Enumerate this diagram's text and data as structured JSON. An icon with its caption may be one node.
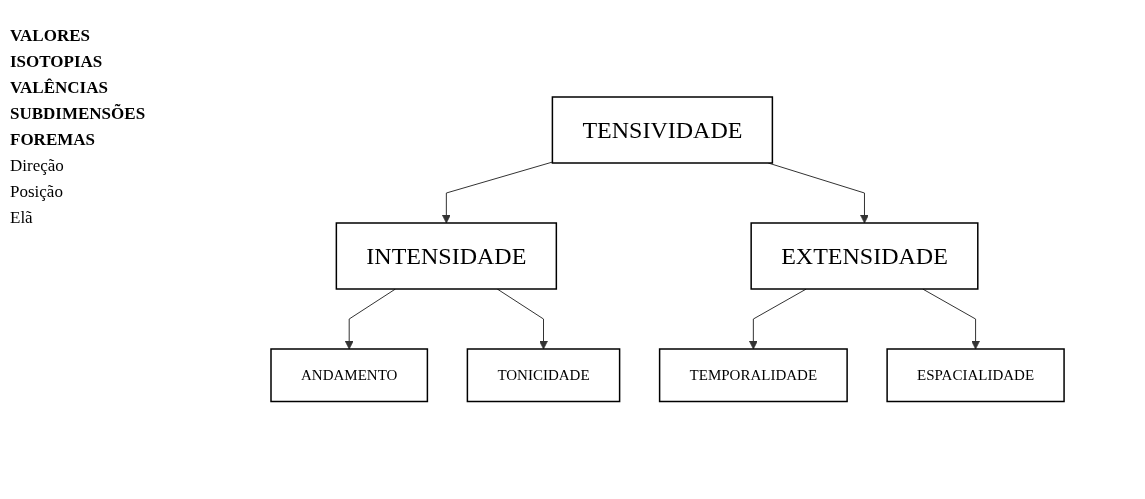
{
  "diagram": {
    "nodes": [
      {
        "text": [
          "TENSIVIDADE"
        ]
      },
      {
        "text": [
          "INTENSIDADE"
        ]
      },
      {
        "text": [
          "EXTENSIDADE"
        ]
      },
      {
        "text": [
          "ANDAMENTO"
        ]
      },
      {
        "text": [
          "TONICIDADE"
        ]
      },
      {
        "text": [
          "TEMPORALIDADE"
        ]
      },
      {
        "text": [
          "ESPACIALIDADE"
        ]
      }
    ],
    "edges": [
      {
        "from": 0,
        "to": 1,
        "arrow": "to"
      },
      {
        "from": 0,
        "to": 2,
        "arrow": "to"
      },
      {
        "from": 1,
        "to": 3,
        "arrow": "to"
      },
      {
        "from": 1,
        "to": 4,
        "arrow": "to"
      },
      {
        "from": 2,
        "to": 5,
        "arrow": "to"
      },
      {
        "from": 2,
        "to": 6,
        "arrow": "to"
      }
    ],
    "labels": [
      "VALORES",
      "ISOTOPIAS",
      "VALÊNCIAS",
      "SUBDIMENSÕES",
      "FOREMAS",
      "Direção",
      "Posição",
      "Elã"
    ]
  }
}
